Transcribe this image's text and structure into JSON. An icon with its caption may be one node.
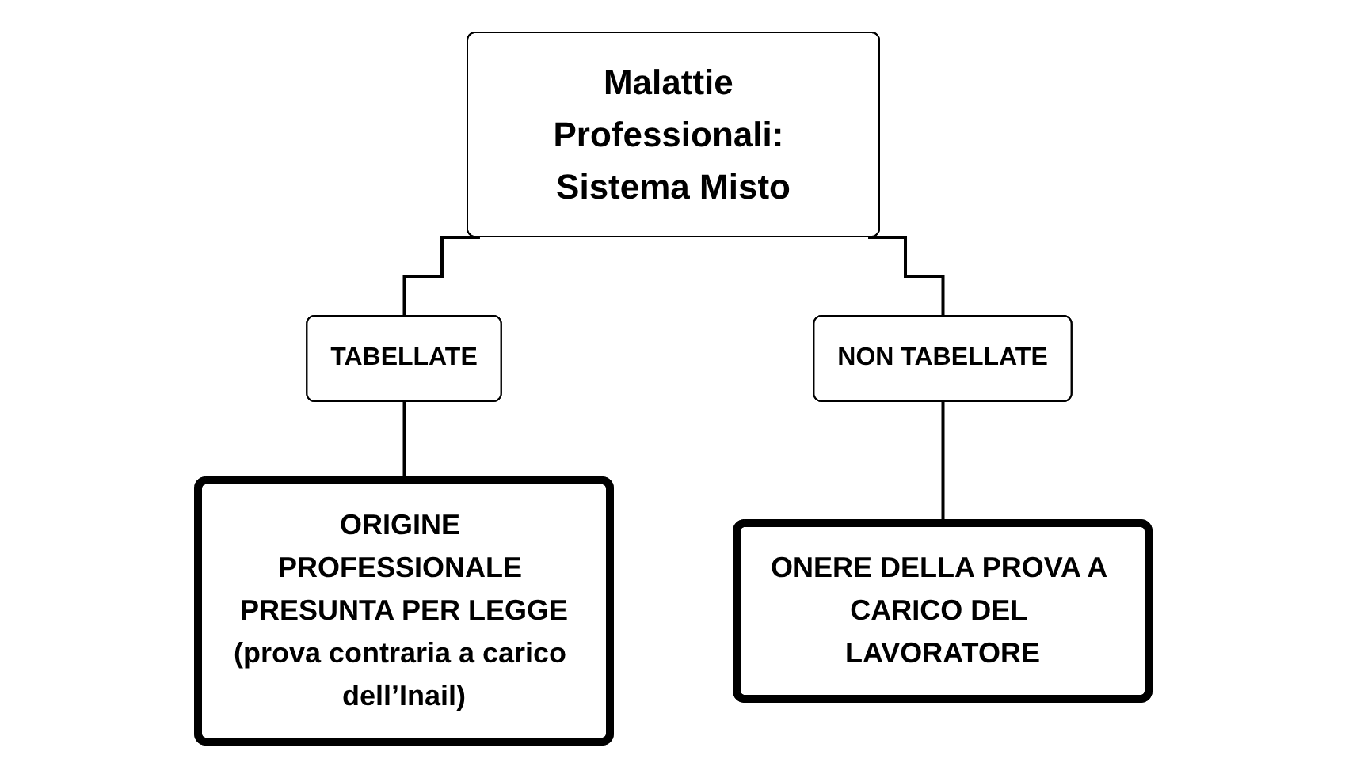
{
  "diagram": {
    "nodes": [
      {
        "text": [
          "Malattie Professionali: Sistema Misto"
        ]
      },
      {
        "text": [
          "TABELLATE"
        ]
      },
      {
        "text": [
          "NON TABELLATE"
        ]
      },
      {
        "text": [
          "ORIGINE PROFESSIONALE PRESUNTA PER LEGGE",
          "(prova contraria a carico dell’Inail)"
        ]
      },
      {
        "text": [
          "ONERE DELLA PROVA A CARICO DEL LAVORATORE"
        ]
      }
    ],
    "edges": [
      {
        "from": 0,
        "to": 1,
        "arrow": "none"
      },
      {
        "from": 0,
        "to": 2,
        "arrow": "none"
      },
      {
        "from": 1,
        "to": 3,
        "arrow": "none"
      },
      {
        "from": 2,
        "to": 4,
        "arrow": "none"
      }
    ]
  }
}
